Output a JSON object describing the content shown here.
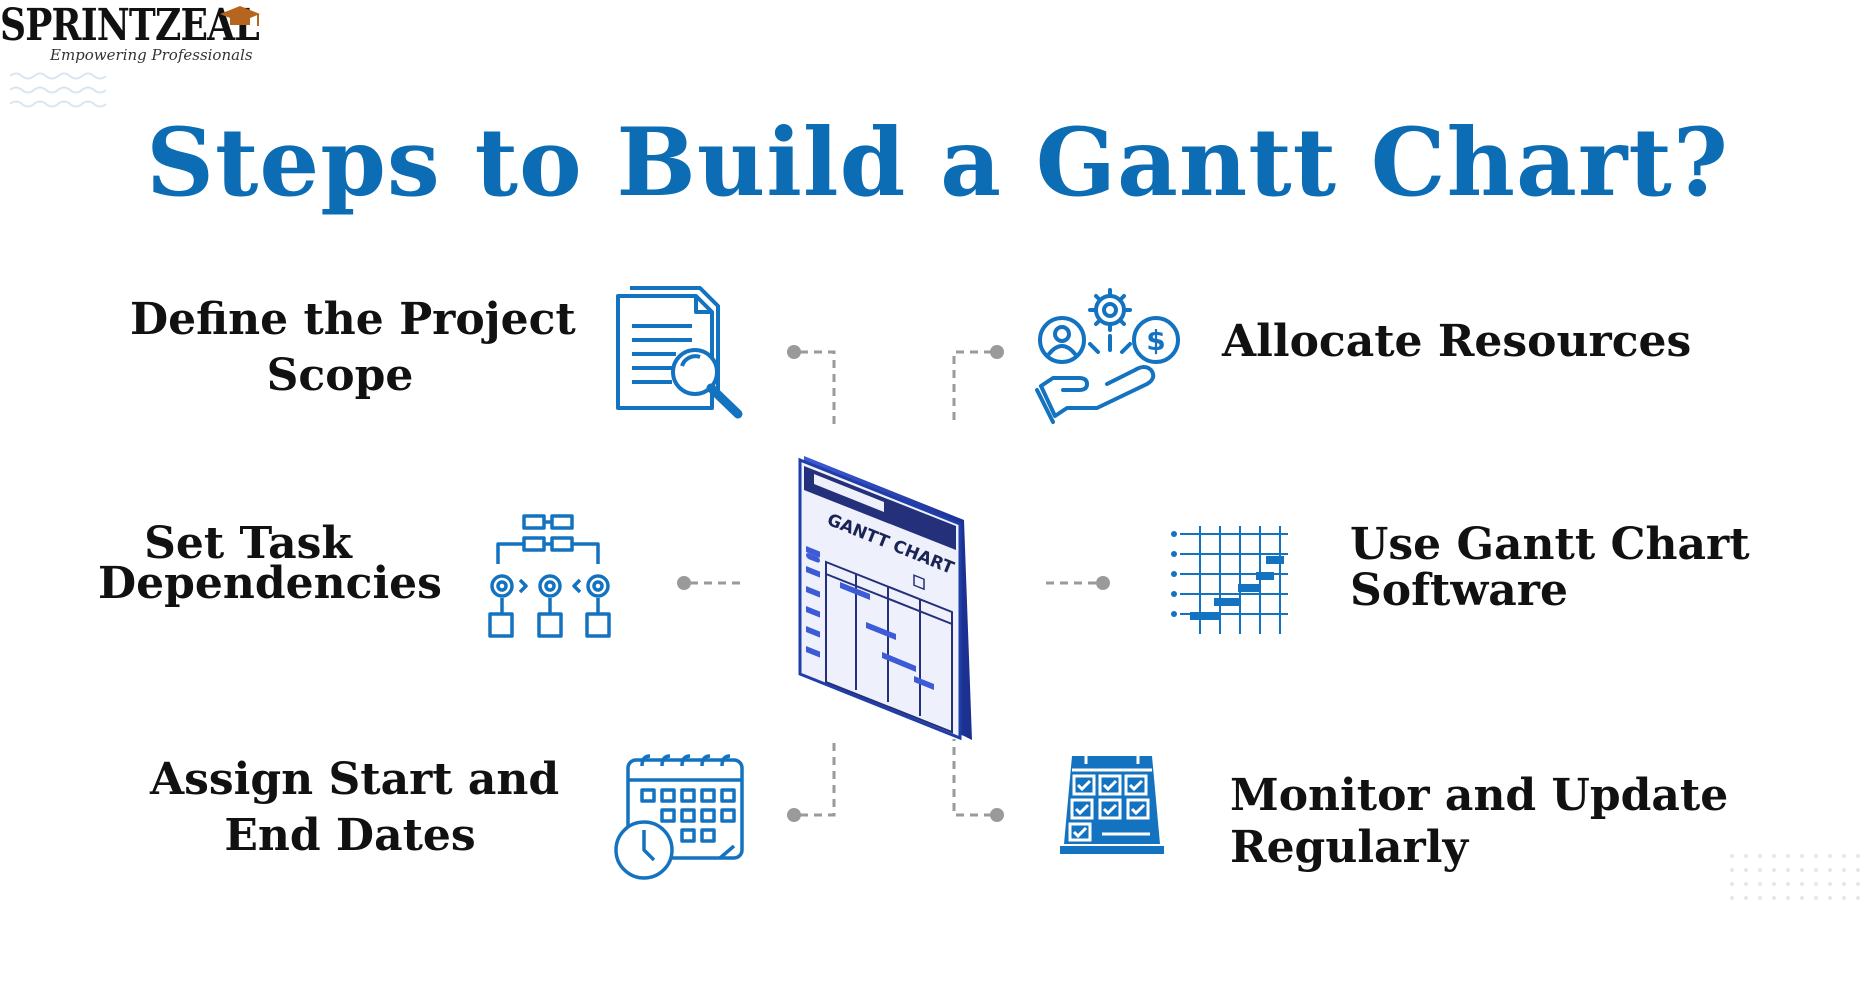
{
  "brand": {
    "name": "SPRINTZEAL",
    "tagline": "Empowering Professionals",
    "accent_color": "#0d6db4"
  },
  "title": "Steps to Build a Gantt Chart?",
  "center_icon": {
    "name": "gantt-chart-window-icon",
    "label": "GANTT CHART"
  },
  "steps": [
    {
      "lines": [
        "Define the Project",
        "Scope"
      ],
      "icon": "document-search-icon"
    },
    {
      "lines": [
        "Allocate Resources"
      ],
      "icon": "hand-resources-icon"
    },
    {
      "lines": [
        "Set Task",
        "Dependencies"
      ],
      "icon": "dependency-flow-icon"
    },
    {
      "lines": [
        "Use Gantt Chart",
        "Software"
      ],
      "icon": "gantt-grid-icon"
    },
    {
      "lines": [
        "Assign Start and",
        "End Dates"
      ],
      "icon": "calendar-clock-icon"
    },
    {
      "lines": [
        "Monitor and Update",
        "Regularly"
      ],
      "icon": "calendar-check-icon"
    }
  ]
}
